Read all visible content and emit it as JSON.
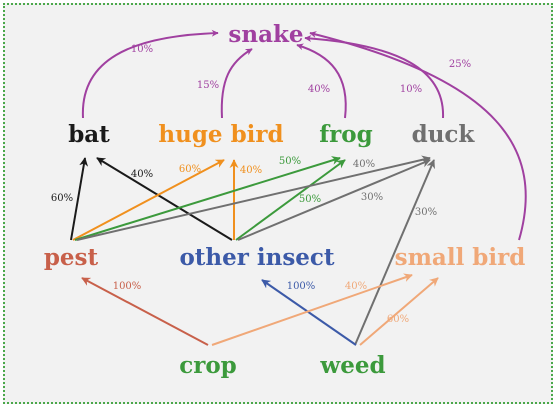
{
  "colors": {
    "snake": "#a040a0",
    "bat": "#1a1a1a",
    "huge_bird": "#f0901e",
    "frog": "#3c9a3c",
    "duck": "#707070",
    "pest": "#c8604a",
    "other_insect": "#3c5aa8",
    "small_bird": "#f0a878",
    "crop": "#3c9a3c",
    "weed": "#3c9a3c",
    "frame": "#4aa84a",
    "background": "#f2f2f2"
  },
  "nodes": {
    "snake": "snake",
    "bat": "bat",
    "huge_bird": "huge bird",
    "frog": "frog",
    "duck": "duck",
    "pest": "pest",
    "other_insect": "other insect",
    "small_bird": "small bird",
    "crop": "crop",
    "weed": "weed"
  },
  "edges": [
    {
      "from": "bat",
      "to": "snake",
      "label": "10%",
      "color": "#a040a0"
    },
    {
      "from": "huge bird",
      "to": "snake",
      "label": "15%",
      "color": "#a040a0"
    },
    {
      "from": "frog",
      "to": "snake",
      "label": "40%",
      "color": "#a040a0"
    },
    {
      "from": "duck",
      "to": "snake",
      "label": "10%",
      "color": "#a040a0"
    },
    {
      "from": "small bird",
      "to": "snake",
      "label": "25%",
      "color": "#a040a0"
    },
    {
      "from": "pest",
      "to": "bat",
      "label": "60%",
      "color": "#1a1a1a"
    },
    {
      "from": "other insect",
      "to": "bat",
      "label": "40%",
      "color": "#1a1a1a"
    },
    {
      "from": "pest",
      "to": "huge bird",
      "label": "60%",
      "color": "#f0901e"
    },
    {
      "from": "other insect",
      "to": "huge bird",
      "label": "40%",
      "color": "#f0901e"
    },
    {
      "from": "pest",
      "to": "frog",
      "label": "50%",
      "color": "#3c9a3c"
    },
    {
      "from": "other insect",
      "to": "frog",
      "label": "50%",
      "color": "#3c9a3c"
    },
    {
      "from": "pest",
      "to": "duck",
      "label": "40%",
      "color": "#707070"
    },
    {
      "from": "other insect",
      "to": "duck",
      "label": "30%",
      "color": "#707070"
    },
    {
      "from": "weed",
      "to": "duck",
      "label": "30%",
      "color": "#707070"
    },
    {
      "from": "crop",
      "to": "pest",
      "label": "100%",
      "color": "#c8604a"
    },
    {
      "from": "weed",
      "to": "other insect",
      "label": "100%",
      "color": "#3c5aa8"
    },
    {
      "from": "crop",
      "to": "small bird",
      "label": "40%",
      "color": "#f0a878"
    },
    {
      "from": "weed",
      "to": "small bird",
      "label": "60%",
      "color": "#f0a878"
    }
  ]
}
